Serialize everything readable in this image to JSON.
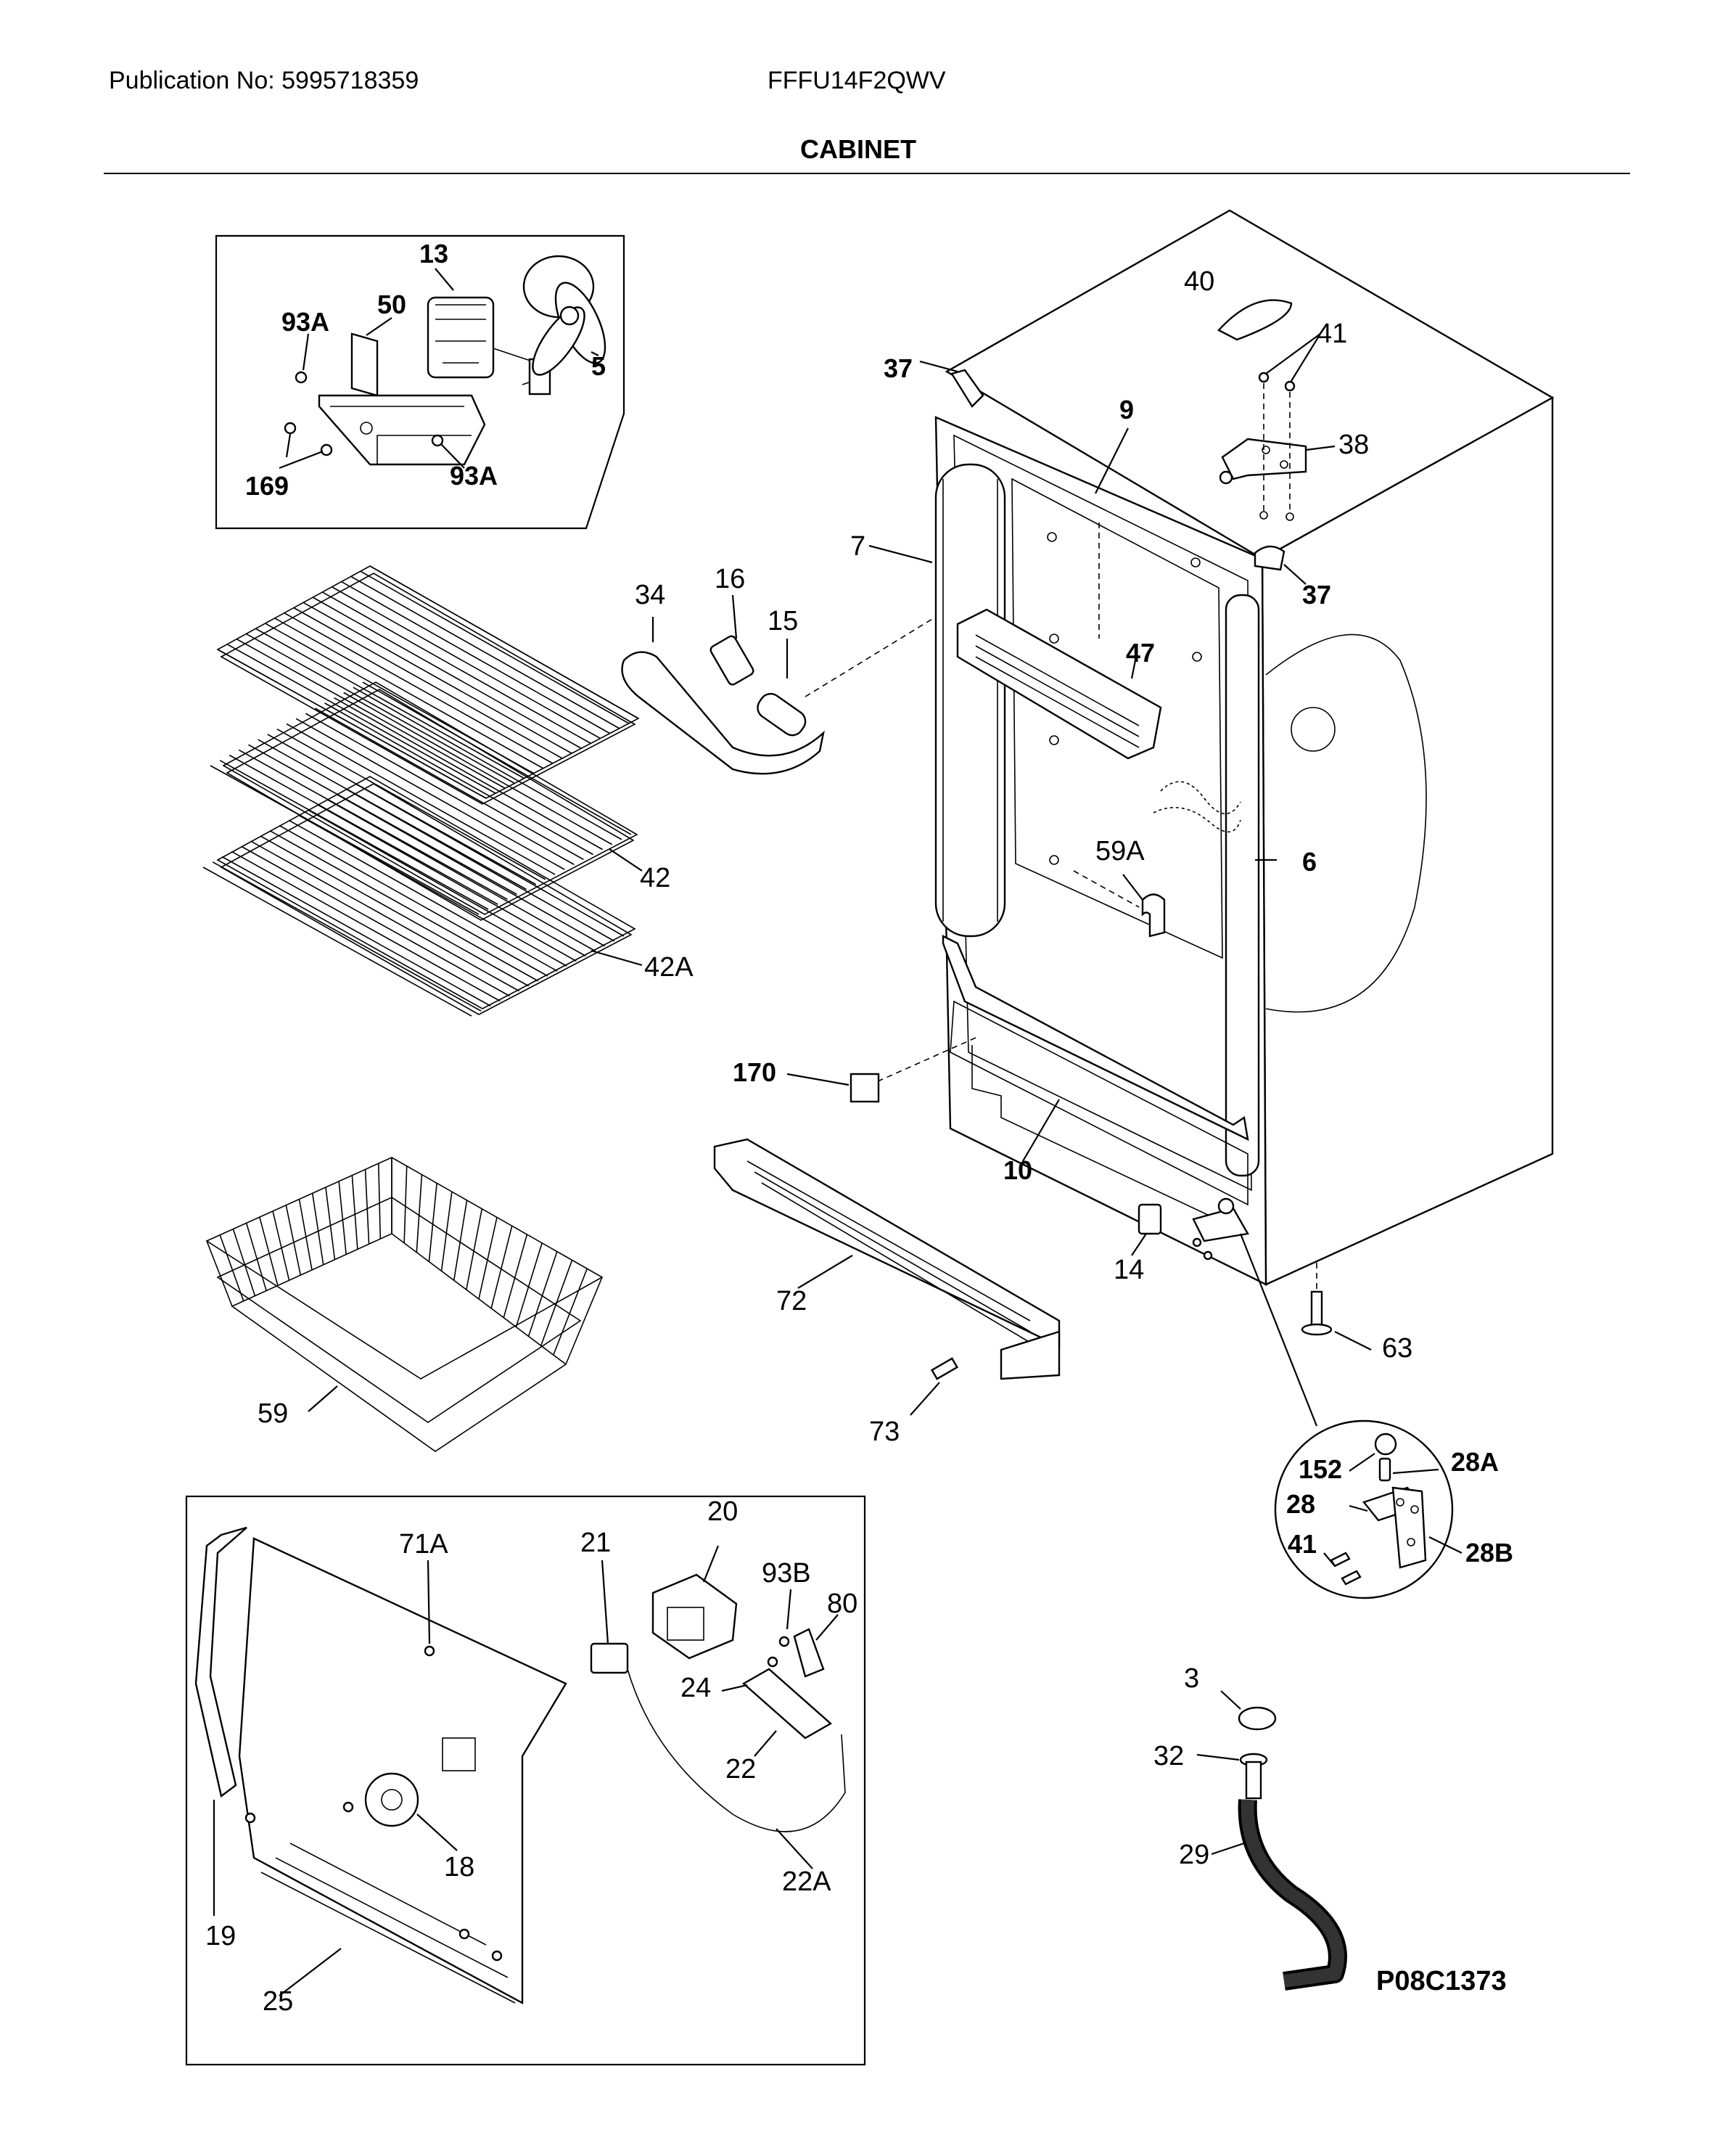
{
  "header": {
    "publication": "Publication No: 5995718359",
    "model": "FFFU14F2QWV",
    "section_title": "CABINET"
  },
  "diagram_code": "P08C1373",
  "callouts": {
    "c13": "13",
    "c50": "50",
    "c93A_top": "93A",
    "c5": "5",
    "c169": "169",
    "c93A_bot": "93A",
    "c40": "40",
    "c41_top": "41",
    "c37_top": "37",
    "c9": "9",
    "c38": "38",
    "c7": "7",
    "c37_right": "37",
    "c34": "34",
    "c16": "16",
    "c15": "15",
    "c47": "47",
    "c6": "6",
    "c59A": "59A",
    "c42": "42",
    "c42A": "42A",
    "c170": "170",
    "c10": "10",
    "c72": "72",
    "c14": "14",
    "c63": "63",
    "c73": "73",
    "c59": "59",
    "c152": "152",
    "c28A": "28A",
    "c28": "28",
    "c41_detail": "41",
    "c28B": "28B",
    "c71A": "71A",
    "c21": "21",
    "c20": "20",
    "c93B": "93B",
    "c80": "80",
    "c24": "24",
    "c22": "22",
    "c18": "18",
    "c22A": "22A",
    "c19": "19",
    "c25": "25",
    "c3": "3",
    "c32": "32",
    "c29": "29"
  }
}
